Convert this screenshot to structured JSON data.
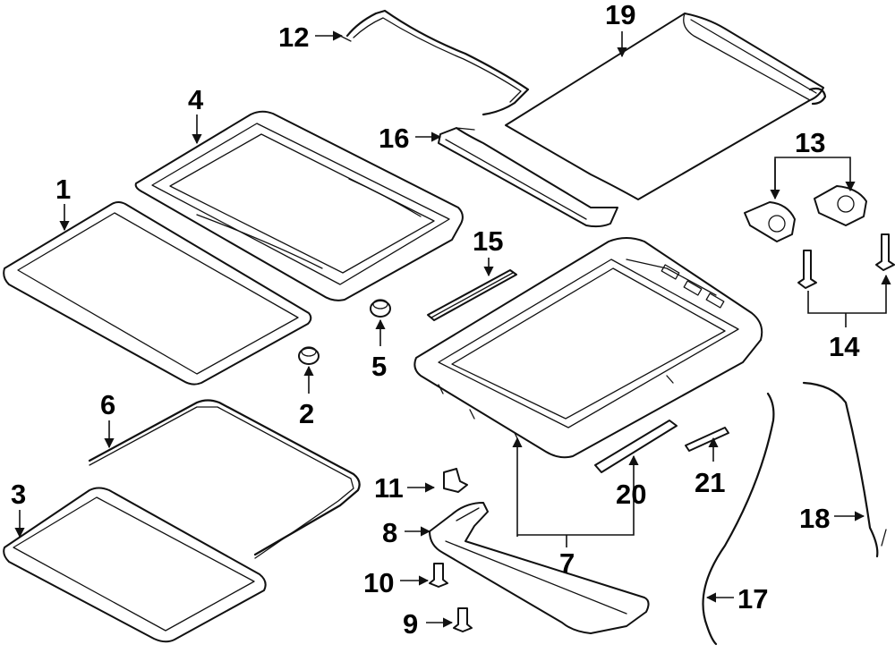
{
  "callouts": [
    {
      "id": "1",
      "label": "1"
    },
    {
      "id": "2",
      "label": "2"
    },
    {
      "id": "3",
      "label": "3"
    },
    {
      "id": "4",
      "label": "4"
    },
    {
      "id": "5",
      "label": "5"
    },
    {
      "id": "6",
      "label": "6"
    },
    {
      "id": "7",
      "label": "7"
    },
    {
      "id": "8",
      "label": "8"
    },
    {
      "id": "9",
      "label": "9"
    },
    {
      "id": "10",
      "label": "10"
    },
    {
      "id": "11",
      "label": "11"
    },
    {
      "id": "12",
      "label": "12"
    },
    {
      "id": "13",
      "label": "13"
    },
    {
      "id": "14",
      "label": "14"
    },
    {
      "id": "15",
      "label": "15"
    },
    {
      "id": "16",
      "label": "16"
    },
    {
      "id": "17",
      "label": "17"
    },
    {
      "id": "18",
      "label": "18"
    },
    {
      "id": "19",
      "label": "19"
    },
    {
      "id": "20",
      "label": "20"
    },
    {
      "id": "21",
      "label": "21"
    }
  ],
  "colors": {
    "line": "#111111",
    "background": "#ffffff"
  }
}
